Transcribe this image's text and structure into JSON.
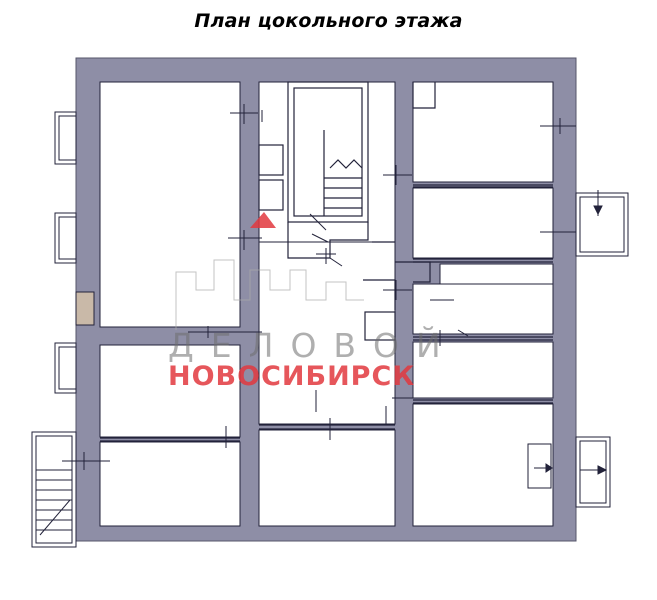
{
  "title": "План цокольного этажа",
  "watermark": {
    "line1": "ДЕЛОВОЙ",
    "line2": "НОВОСИБИРСК"
  },
  "colors": {
    "wall": "#8e8ea6",
    "wall_dark": "#55556a",
    "line": "#22223a",
    "watermark_red": "#e2383e",
    "watermark_gray": "#8a8a8a"
  }
}
